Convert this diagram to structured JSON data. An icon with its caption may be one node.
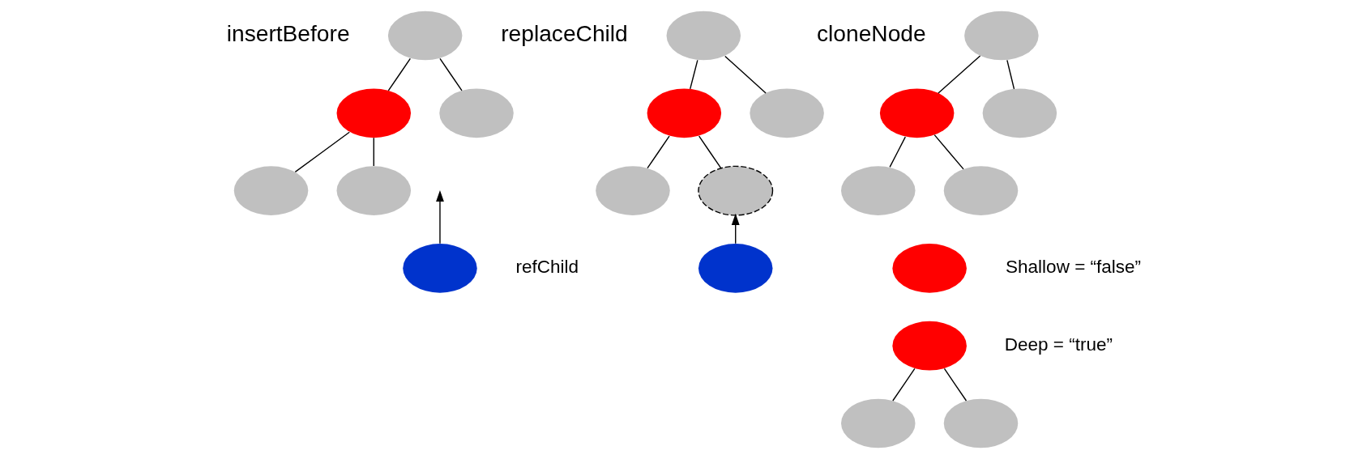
{
  "diagram": {
    "nodes": [
      {
        "text": [],
        "shape": "ellipse"
      },
      {
        "text": [],
        "shape": "ellipse"
      },
      {
        "text": [],
        "shape": "ellipse"
      },
      {
        "text": [],
        "shape": "ellipse"
      },
      {
        "text": [],
        "shape": "ellipse"
      },
      {
        "text": [],
        "shape": "ellipse",
        "beside": [
          "refChild"
        ]
      },
      {
        "text": [],
        "shape": "ellipse"
      },
      {
        "text": [],
        "shape": "ellipse"
      },
      {
        "text": [],
        "shape": "ellipse"
      },
      {
        "text": [],
        "shape": "ellipse"
      },
      {
        "text": [],
        "shape": "ellipse"
      },
      {
        "text": [],
        "shape": "ellipse"
      },
      {
        "text": [],
        "shape": "ellipse"
      },
      {
        "text": [],
        "shape": "ellipse"
      },
      {
        "text": [],
        "shape": "ellipse"
      },
      {
        "text": [],
        "shape": "ellipse"
      },
      {
        "text": [],
        "shape": "ellipse"
      },
      {
        "text": [],
        "shape": "ellipse",
        "beside": [
          "Shallow = “false”"
        ]
      },
      {
        "text": [],
        "shape": "ellipse",
        "beside": [
          "Deep = “true”"
        ]
      },
      {
        "text": [],
        "shape": "ellipse"
      },
      {
        "text": [],
        "shape": "ellipse"
      }
    ],
    "edges": [
      {
        "from": 0,
        "to": 1,
        "arrow": "none"
      },
      {
        "from": 0,
        "to": 2,
        "arrow": "none"
      },
      {
        "from": 1,
        "to": 3,
        "arrow": "none"
      },
      {
        "from": 1,
        "to": 4,
        "arrow": "none"
      },
      {
        "from": 5,
        "to": null,
        "arrow": "to"
      },
      {
        "from": 6,
        "to": 7,
        "arrow": "none"
      },
      {
        "from": 6,
        "to": 8,
        "arrow": "none"
      },
      {
        "from": 7,
        "to": 9,
        "arrow": "none"
      },
      {
        "from": 7,
        "to": 10,
        "arrow": "none"
      },
      {
        "from": 11,
        "to": 10,
        "arrow": "to"
      },
      {
        "from": 12,
        "to": 13,
        "arrow": "none"
      },
      {
        "from": 12,
        "to": 14,
        "arrow": "none"
      },
      {
        "from": 13,
        "to": 15,
        "arrow": "none"
      },
      {
        "from": 13,
        "to": 16,
        "arrow": "none"
      },
      {
        "from": 18,
        "to": 19,
        "arrow": "none"
      },
      {
        "from": 18,
        "to": 20,
        "arrow": "none"
      }
    ],
    "labels": [
      "insertBefore",
      "replaceChild",
      "cloneNode"
    ]
  }
}
